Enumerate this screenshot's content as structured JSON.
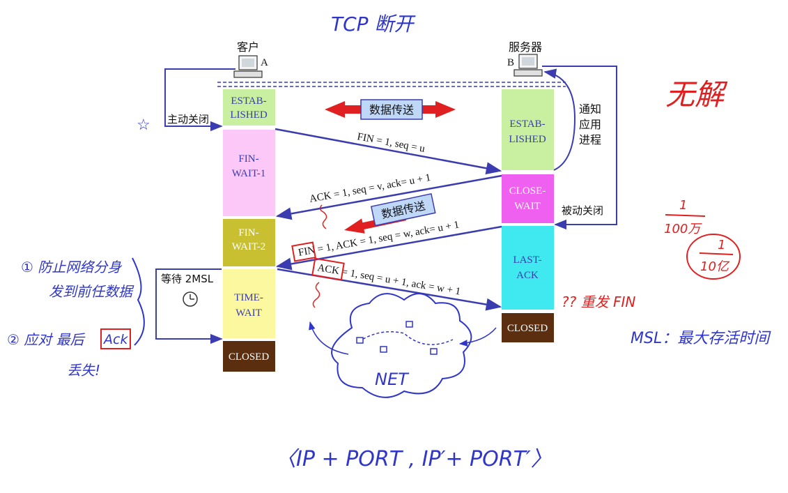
{
  "title": "TCP 断开",
  "client": {
    "label": "客户",
    "letter": "A"
  },
  "server": {
    "label": "服务器",
    "letter": "B"
  },
  "client_states": [
    "ESTAB-",
    "LISHED",
    "FIN-",
    "WAIT-1",
    "FIN-",
    "WAIT-2",
    "TIME-",
    "WAIT",
    "CLOSED"
  ],
  "server_states": [
    "ESTAB-",
    "LISHED",
    "CLOSE-",
    "WAIT",
    "LAST-",
    "ACK",
    "CLOSED"
  ],
  "side_labels": {
    "active_close": "主动关闭",
    "notify_app": [
      "通知",
      "应用",
      "进程"
    ],
    "passive_close": "被动关闭",
    "wait_2msl": "等待 2MSL"
  },
  "data_transfer": "数据传送",
  "messages": {
    "fin1": "FIN = 1, seq = u",
    "ack1": "ACK = 1, seq = v, ack= u + 1",
    "fin2": "FIN = 1, ACK = 1, seq = w, ack= u + 1",
    "ack2": "ACK = 1, seq = u + 1, ack = w + 1"
  },
  "annotations": {
    "reason1": [
      "① 防止网络分身",
      "发到前任数据"
    ],
    "reason2": [
      "② 应对 最后",
      "Ack",
      "丢失!"
    ],
    "resend_fin": "?? 重发 FIN",
    "no_solution": "无解",
    "fraction1": [
      "1",
      "100万"
    ],
    "fraction2": [
      "1",
      "10亿"
    ],
    "msl_def": "MSL：最大存活时间",
    "net": "NET",
    "tuple": "〈IP + PORT , IP′+ PORT′〉"
  },
  "colors": {
    "arrow": "#3b3cb0",
    "handwriting": "#2f36c8",
    "red_ink": "#e02020",
    "established": "#c8f0a0",
    "fin_wait_1": "#fcc8f8",
    "fin_wait_2": "#c8c030",
    "time_wait": "#fcf8a0",
    "closed": "#5a2e0e",
    "close_wait": "#f060f0",
    "last_ack": "#40e8f0",
    "data_box": "#c0d8f8"
  }
}
